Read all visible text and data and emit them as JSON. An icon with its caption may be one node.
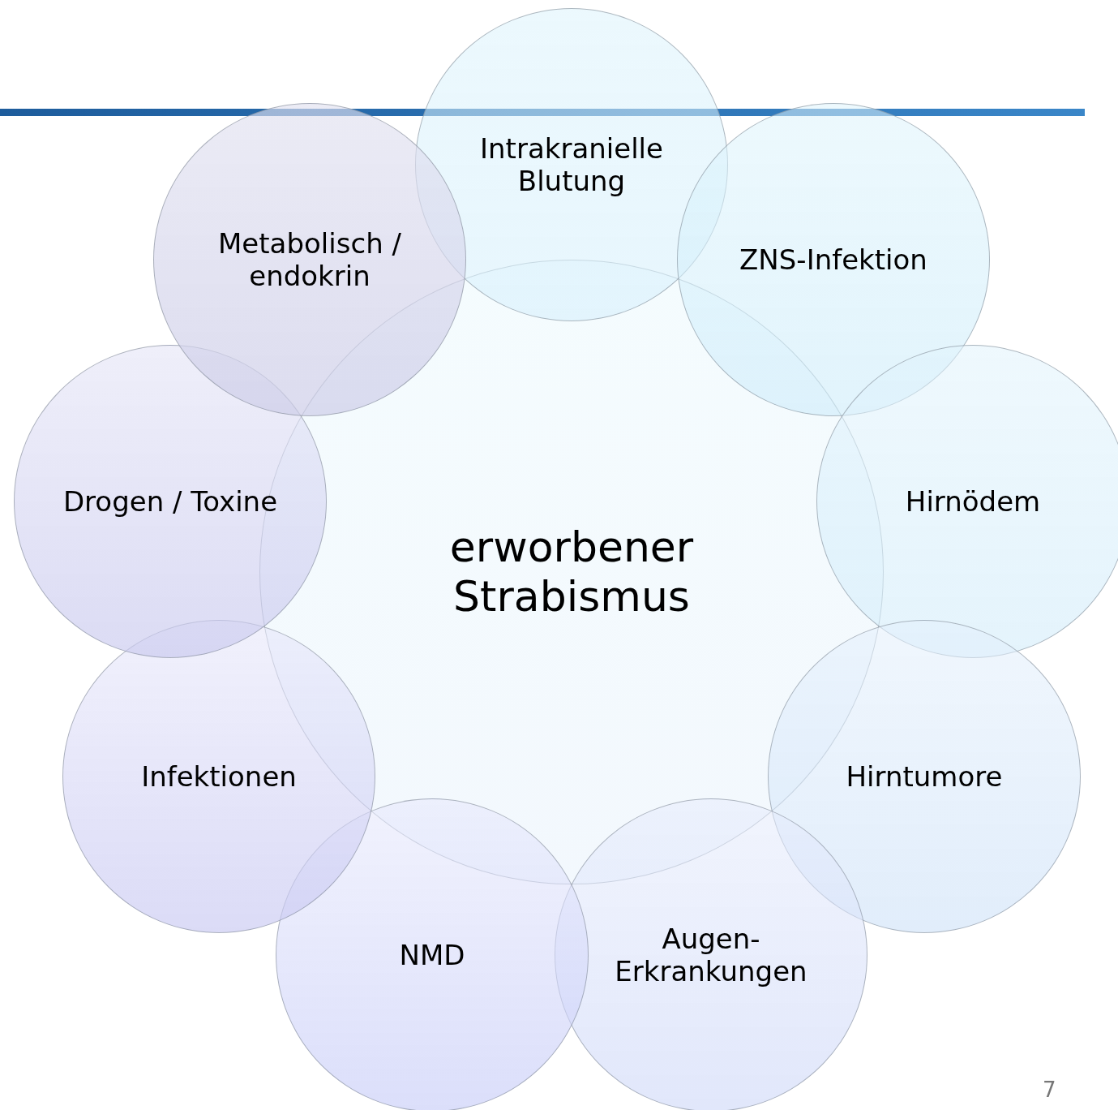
{
  "diagram": {
    "nodes": [
      {
        "text": [
          "erworbener Strabismus"
        ]
      },
      {
        "text": [
          "Intrakranielle Blutung"
        ]
      },
      {
        "text": [
          "ZNS-Infektion"
        ]
      },
      {
        "text": [
          "Hirnödem"
        ]
      },
      {
        "text": [
          "Hirntumore"
        ]
      },
      {
        "text": [
          "Augen-Erkrankungen"
        ]
      },
      {
        "text": [
          "NMD"
        ]
      },
      {
        "text": [
          "Infektionen"
        ]
      },
      {
        "text": [
          "Drogen / Toxine"
        ]
      },
      {
        "text": [
          "Metabolisch / endokrin"
        ]
      }
    ],
    "labels": [
      "7"
    ]
  }
}
